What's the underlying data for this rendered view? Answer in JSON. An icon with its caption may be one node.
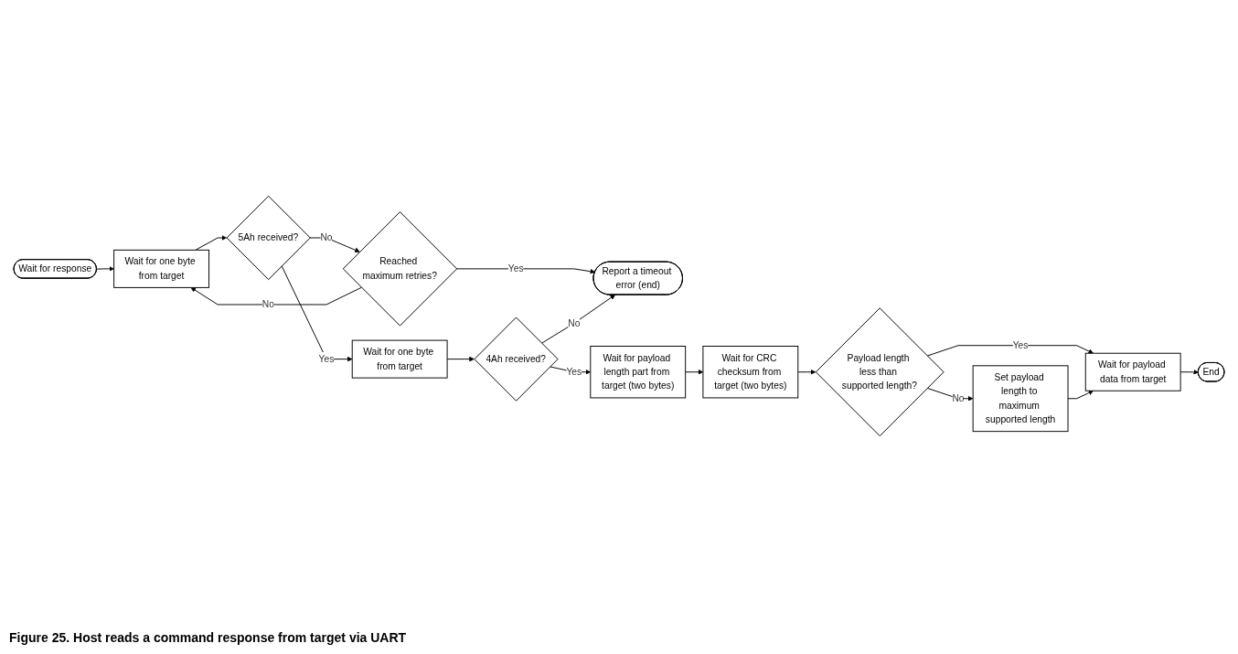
{
  "diagram": {
    "caption": "Figure 25. Host reads a command response from target via UART",
    "nodes": [
      {
        "text": [
          "Wait for response"
        ]
      },
      {
        "text": [
          "Wait for one byte from target"
        ]
      },
      {
        "text": [
          "5Ah received?"
        ]
      },
      {
        "text": [
          "Reached maximum retries?"
        ]
      },
      {
        "text": [
          "Wait for one byte from target"
        ]
      },
      {
        "text": [
          "4Ah received?"
        ]
      },
      {
        "text": [
          "Report a timeout error (end)"
        ]
      },
      {
        "text": [
          "Wait for payload length part from target (two bytes)"
        ]
      },
      {
        "text": [
          "Wait for CRC checksum from target (two bytes)"
        ]
      },
      {
        "text": [
          "Payload length less than supported length?"
        ]
      },
      {
        "text": [
          "Set payload length to maximum supported length"
        ]
      },
      {
        "text": [
          "Wait for payload data from target"
        ]
      },
      {
        "text": [
          "End"
        ]
      }
    ],
    "edges": [
      {
        "from": 0,
        "to": 1,
        "arrow": "to"
      },
      {
        "from": 1,
        "to": 2,
        "arrow": "to"
      },
      {
        "from": 2,
        "to": 3,
        "arrow": "to",
        "label": "No"
      },
      {
        "from": 3,
        "to": 1,
        "arrow": "to",
        "label": "No"
      },
      {
        "from": 2,
        "to": 4,
        "arrow": "to",
        "label": "Yes"
      },
      {
        "from": 3,
        "to": 6,
        "arrow": "to",
        "label": "Yes"
      },
      {
        "from": 4,
        "to": 5,
        "arrow": "to"
      },
      {
        "from": 5,
        "to": 6,
        "arrow": "to",
        "label": "No"
      },
      {
        "from": 5,
        "to": 7,
        "arrow": "to",
        "label": "Yes"
      },
      {
        "from": 7,
        "to": 8,
        "arrow": "to"
      },
      {
        "from": 8,
        "to": 9,
        "arrow": "to"
      },
      {
        "from": 9,
        "to": 11,
        "arrow": "to",
        "label": "Yes"
      },
      {
        "from": 9,
        "to": 10,
        "arrow": "to",
        "label": "No"
      },
      {
        "from": 10,
        "to": 11,
        "arrow": "to"
      },
      {
        "from": 11,
        "to": 12,
        "arrow": "to"
      }
    ]
  }
}
